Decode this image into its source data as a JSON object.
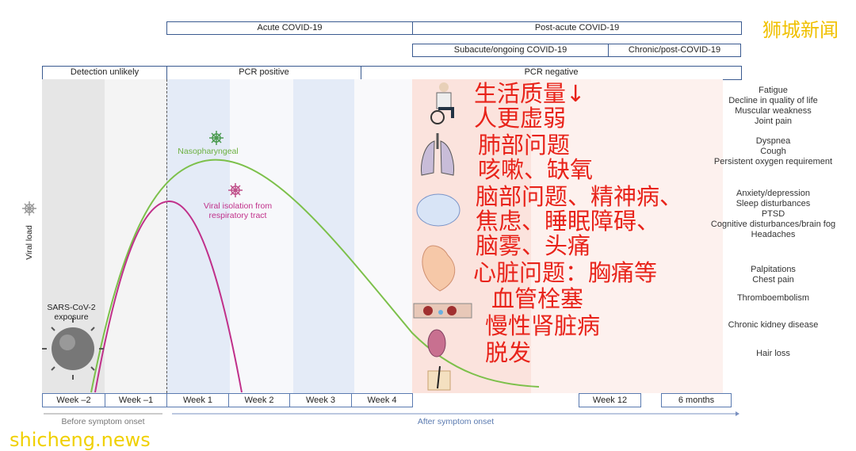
{
  "phases": {
    "acute": "Acute COVID-19",
    "post_acute": "Post-acute COVID-19",
    "subacute": "Subacute/ongoing COVID-19",
    "chronic": "Chronic/post-COVID-19"
  },
  "pcr": {
    "detection_unlikely": "Detection unlikely",
    "positive": "PCR positive",
    "negative": "PCR negative"
  },
  "y_axis_label": "Viral load",
  "curves": {
    "nasopharyngeal": "Nasopharyngeal",
    "viral_isolation": "Viral isolation from respiratory tract",
    "exposure": "SARS-CoV-2 exposure"
  },
  "weeks": [
    "Week –2",
    "Week –1",
    "Week 1",
    "Week 2",
    "Week 3",
    "Week 4",
    "Week 12",
    "6 months"
  ],
  "timeline": {
    "before": "Before symptom onset",
    "after": "After symptom onset"
  },
  "symptoms": {
    "general": [
      "Fatigue",
      "Decline in quality of life",
      "Muscular weakness",
      "Joint pain"
    ],
    "lung": [
      "Dyspnea",
      "Cough",
      "Persistent oxygen requirement"
    ],
    "brain": [
      "Anxiety/depression",
      "Sleep disturbances",
      "PTSD",
      "Cognitive disturbances/brain fog",
      "Headaches"
    ],
    "heart": [
      "Palpitations",
      "Chest pain"
    ],
    "vessel": "Thromboembolism",
    "kidney": "Chronic kidney disease",
    "hair": "Hair loss"
  },
  "overlay_cn": [
    "生活质量↓",
    "人更虚弱",
    "肺部问题",
    "咳嗽、缺氧",
    "脑部问题、精神病、",
    "焦虑、睡眠障碍、脑雾、头痛",
    "心脏问题：胸痛等",
    "血管栓塞",
    "慢性肾脏病",
    "脱发"
  ],
  "watermark": {
    "top": "狮城新闻",
    "bottom": "shicheng.news"
  },
  "colors": {
    "nasopharyngeal": "#7cc04a",
    "viral_isolation": "#c0308a",
    "overlay": "#e8231a",
    "watermark": "#f0c000"
  }
}
